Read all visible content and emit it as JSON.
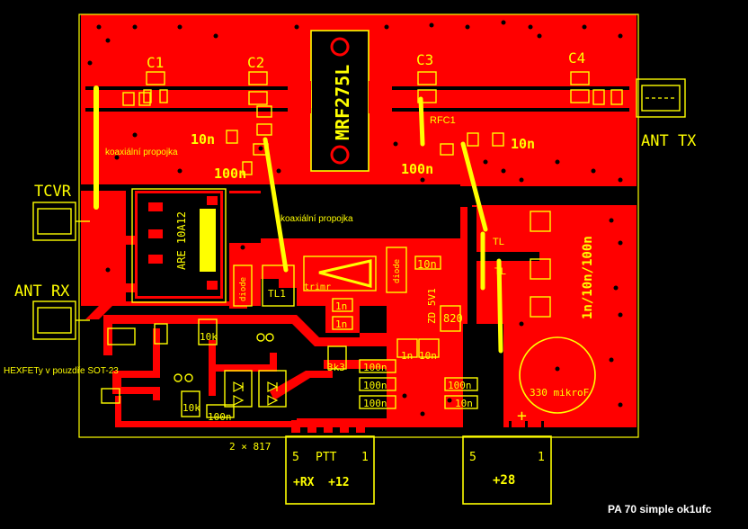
{
  "board": {
    "title": "PA 70 simple ok1ufc",
    "colors": {
      "copper": "#ff0000",
      "silkscreen": "#ffff00",
      "background": "#000000",
      "title": "#ffffff"
    }
  },
  "labels": {
    "c1": "C1",
    "c2": "C2",
    "c3": "C3",
    "c4": "C4",
    "ic": "MRF275L",
    "rfc1": "RFC1",
    "cap_10n_left": "10n",
    "cap_10n_right": "10n",
    "cap_100n_left": "100n",
    "cap_100n_right": "100n",
    "coax_top": "koaxiální propojka",
    "coax_mid": "koaxiální propojka",
    "tcvr": "TCVR",
    "ant_rx": "ANT RX",
    "ant_tx": "ANT TX",
    "relay": "ARE 10A12",
    "diode_left": "diode",
    "diode_right": "diode",
    "tl1": "TL1",
    "trimr": "trimr",
    "tl_top": "TL",
    "tl_bottom": "TL",
    "zd": "ZD 5V1",
    "cap_10n_mid": "10n",
    "cap_1n_a": "1n",
    "cap_1n_b": "1n",
    "cap_1n_c": "1n",
    "cap_10n_c": "10n",
    "r820": "820",
    "r10k_a": "10k",
    "r10k_b": "10k",
    "r3k3": "3k3",
    "cap_100n_a": "100n",
    "cap_100n_b": "100n",
    "cap_100n_c": "100n",
    "cap_100n_d": "100n",
    "cap_10n_d": "10n",
    "cap_100n_e": "100n",
    "cap_bank": "1n/10n/100n",
    "electrolytic": "330 mikroF",
    "hexfet": "HEXFETy v pouzdře SOT-23",
    "optocouplers": "2 × 817",
    "plus": "+"
  },
  "connectors": {
    "ptt": {
      "pin_left": "5",
      "name": "PTT",
      "pin_right": "1",
      "signals": "+RX  +12"
    },
    "power": {
      "pin_left": "5",
      "pin_right": "1",
      "signal": "+28"
    }
  }
}
